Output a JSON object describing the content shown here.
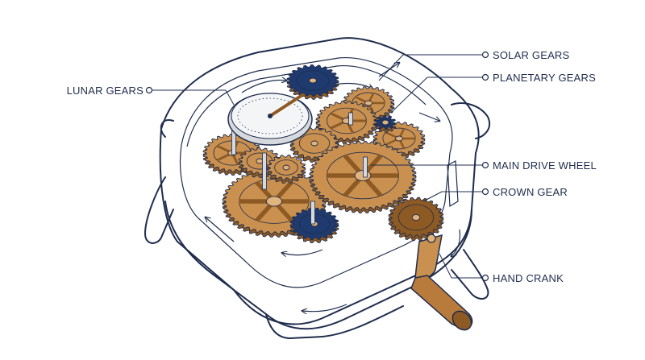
{
  "labels": {
    "lunar_gears": "LUNAR GEARS",
    "solar_gears": "SOLAR GEARS",
    "planetary_gears": "PLANETARY GEARS",
    "main_drive_wheel": "MAIN DRIVE WHEEL",
    "crown_gear": "CROWN GEAR",
    "hand_crank": "HAND CRANK"
  },
  "colors": {
    "ink": "#1f2d4d",
    "bronze": "#c9904f",
    "bronze_dark": "#8e5a24",
    "bronze_light": "#e2b47d",
    "navy_gear": "#1f3a6e",
    "silver": "#d6d9de"
  }
}
